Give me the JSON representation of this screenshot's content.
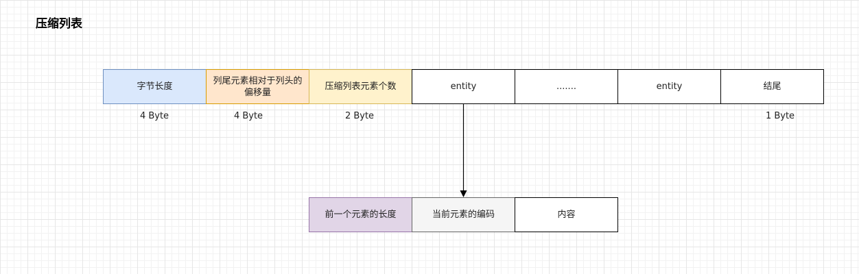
{
  "title": "压缩列表",
  "top_row": [
    {
      "label": "字节长度",
      "fill": "#dae8fc",
      "stroke": "#6c8ebf"
    },
    {
      "label": "列尾元素相对于列头的偏移量",
      "fill": "#ffe6cc",
      "stroke": "#d79b00"
    },
    {
      "label": "压缩列表元素个数",
      "fill": "#fff2cc",
      "stroke": "#d6b656"
    },
    {
      "label": "entity",
      "fill": "#ffffff",
      "stroke": "#000000"
    },
    {
      "label": ".......",
      "fill": "#ffffff",
      "stroke": "#000000"
    },
    {
      "label": "entity",
      "fill": "#ffffff",
      "stroke": "#000000"
    },
    {
      "label": "结尾",
      "fill": "#ffffff",
      "stroke": "#000000"
    }
  ],
  "sizes": [
    "4 Byte",
    "4 Byte",
    "2 Byte",
    "1 Byte"
  ],
  "bottom_row": [
    {
      "label": "前一个元素的长度",
      "fill": "#e1d5e7",
      "stroke": "#9673a6"
    },
    {
      "label": "当前元素的编码",
      "fill": "#f5f5f5",
      "stroke": "#666666"
    },
    {
      "label": "内容",
      "fill": "#ffffff",
      "stroke": "#000000"
    }
  ]
}
